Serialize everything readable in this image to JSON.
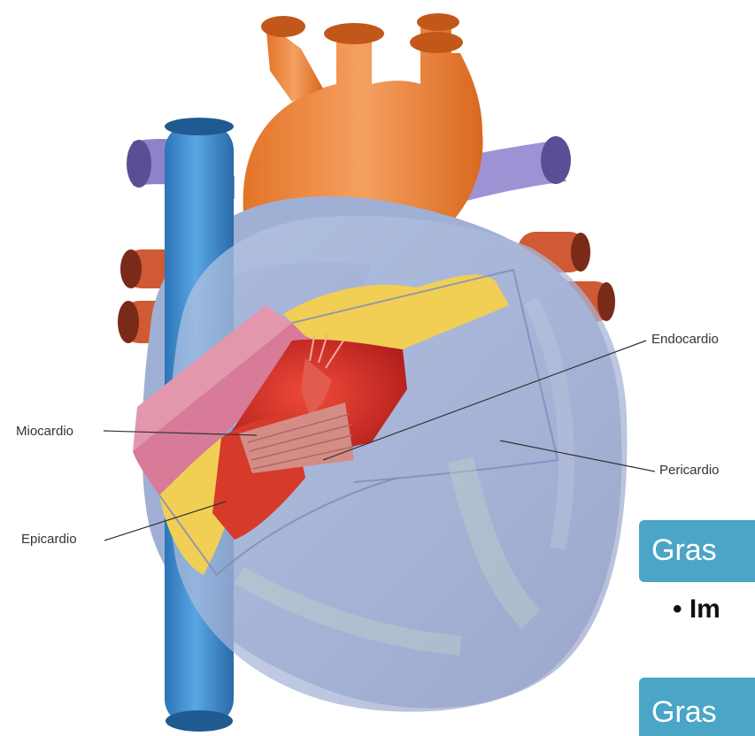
{
  "labels": {
    "miocardio": "Miocardio",
    "epicardio": "Epicardio",
    "endocardio": "Endocardio",
    "pericardio": "Pericardio"
  },
  "slide": {
    "box1_text": "Gras",
    "bullet_text": "• Im",
    "box2_text": "Gras"
  },
  "colors": {
    "aorta": "#f08a3c",
    "vena_cava": "#3f8fd2",
    "pulmonary_veins": "#e0683c",
    "pulmonary_artery": "#9a8fd0",
    "myocardium": "#d97a9a",
    "fat": "#f3d45a",
    "endocardium": "#d8352c",
    "pericardium": "#a9b7d6",
    "accent_box": "#4aa5c7"
  }
}
